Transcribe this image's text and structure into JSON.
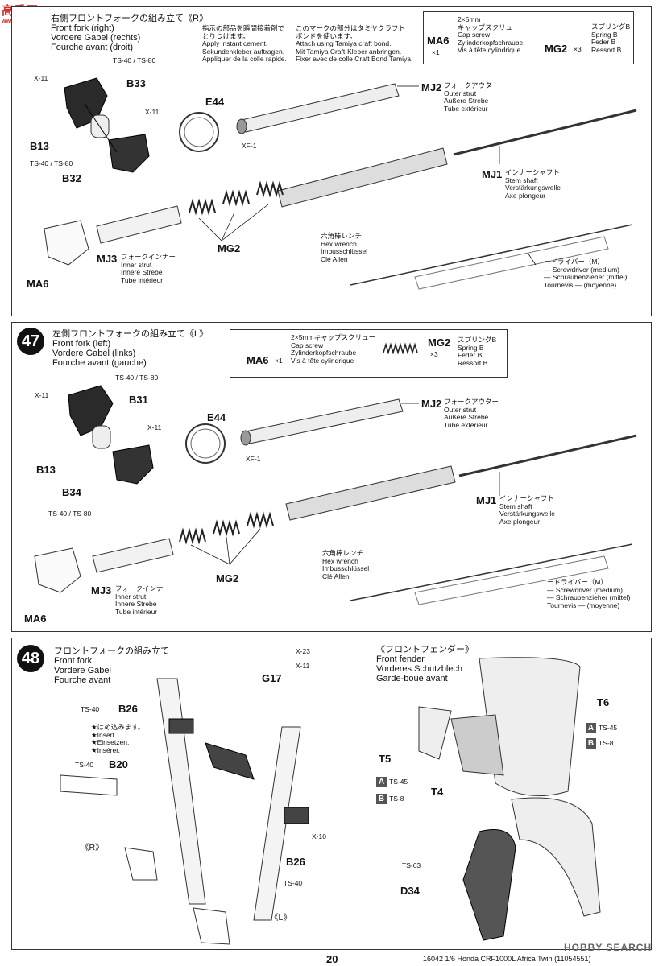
{
  "watermark_top": {
    "site": "高手网",
    "url": "www.gaoshou.com"
  },
  "watermark_bottom": "HOBBY SEARCH",
  "step46": {
    "title_ja": "右側フロントフォークの組み立て《R》",
    "title_en": "Front fork (right)",
    "title_de": "Vordere Gabel (rechts)",
    "title_fr": "Fourche avant (droit)",
    "cement_note": [
      "指示の部品を瞬間接着剤で",
      "とりつけます。",
      "Apply instant cement.",
      "Sekundenkleber auftragen.",
      "Appliquer de la colle rapide."
    ],
    "bond_note": [
      "このマークの部分はタミヤクラフト",
      "ボンドを使います。",
      "Attach using Tamiya craft bond.",
      "Mit Tamiya Craft-Kleber anbringen.",
      "Fixer avec de colle Craft Bond Tamiya."
    ],
    "parts_box": {
      "ma6_label": "MA6",
      "ma6_qty": "×1",
      "ma6_desc": [
        "2×5mm",
        "キャップスクリュー",
        "Cap screw",
        "Zylinderkopfschraube",
        "Vis à tête cylindrique"
      ],
      "mg2_label": "MG2",
      "mg2_qty": "×3",
      "mg2_desc": [
        "スプリングB",
        "Spring B",
        "Feder B",
        "Ressort B"
      ]
    },
    "paint_ts40_80": "TS-40 / TS-80",
    "x11": "X-11",
    "b33": "B33",
    "b13": "B13",
    "b32": "B32",
    "e44": "E44",
    "xf1": "XF-1",
    "mj2": "MJ2",
    "mj2_desc": [
      "フォークアウター",
      "Outer strut",
      "Außere Strebe",
      "Tube extérieur"
    ],
    "mj1": "MJ1",
    "mj1_desc": [
      "インナーシャフト",
      "Stem shaft",
      "Verstärkungswelle",
      "Axe plongeur"
    ],
    "mj3": "MJ3",
    "mj3_desc": [
      "フォークインナー",
      "Inner strut",
      "Innere Strebe",
      "Tube intérieur"
    ],
    "mg2": "MG2",
    "ma6": "MA6",
    "hex_desc": [
      "六角棒レンチ",
      "Hex wrench",
      "Imbusschlüssel",
      "Clé Allen"
    ],
    "driver_desc": [
      "ードライバー（M）",
      "— Screwdriver (medium)",
      "— Schraubenzieher (mittel)",
      "Tournevis — (moyenne)"
    ]
  },
  "step47": {
    "number": "47",
    "title_ja": "左側フロントフォークの組み立て《L》",
    "title_en": "Front fork (left)",
    "title_de": "Vordere Gabel (links)",
    "title_fr": "Fourche avant (gauche)",
    "parts_box": {
      "ma6_label": "MA6",
      "ma6_qty": "×1",
      "ma6_desc": [
        "2×5mmキャップスクリュー",
        "Cap screw",
        "Zylinderkopfschraube",
        "Vis à tête cylindrique"
      ],
      "mg2_label": "MG2",
      "mg2_qty": "×3",
      "mg2_desc": [
        "スプリングB",
        "Spring B",
        "Feder B",
        "Ressort B"
      ]
    },
    "paint_ts40_80": "TS-40 / TS-80",
    "x11": "X-11",
    "b31": "B31",
    "b13": "B13",
    "b34": "B34",
    "e44": "E44",
    "xf1": "XF-1",
    "mj2": "MJ2",
    "mj2_desc": [
      "フォークアウター",
      "Outer strut",
      "Außere Strebe",
      "Tube extérieur"
    ],
    "mj1": "MJ1",
    "mj1_desc": [
      "インナーシャフト",
      "Stem shaft",
      "Verstärkungswelle",
      "Axe plongeur"
    ],
    "mj3": "MJ3",
    "mj3_desc": [
      "フォークインナー",
      "Inner strut",
      "Innere Strebe",
      "Tube intérieur"
    ],
    "mg2": "MG2",
    "ma6": "MA6",
    "hex_desc": [
      "六角棒レンチ",
      "Hex wrench",
      "Imbusschlüssel",
      "Clé Allen"
    ],
    "driver_desc": [
      "ードライバー（M）",
      "— Screwdriver (medium)",
      "— Schraubenzieher (mittel)",
      "Tournevis — (moyenne)"
    ]
  },
  "step48": {
    "number": "48",
    "title_ja": "フロントフォークの組み立て",
    "title_en": "Front fork",
    "title_de": "Vordere Gabel",
    "title_fr": "Fourche avant",
    "x23": "X-23",
    "x11": "X-11",
    "g17": "G17",
    "ts40": "TS-40",
    "b26": "B26",
    "b20": "B20",
    "insert_note": [
      "★はめ込みます。",
      "★Insert.",
      "★Einsetzen.",
      "★Insérer."
    ],
    "x10": "X-10",
    "r_mark": "《R》",
    "l_mark": "《L》",
    "fender_title": [
      "《フロントフェンダー》",
      "Front fender",
      "Vorderes Schutzblech",
      "Garde-boue avant"
    ],
    "t6": "T6",
    "t5": "T5",
    "t4": "T4",
    "a_ts45": "TS-45",
    "b_ts8": "TS-8",
    "ts63": "TS-63",
    "d34": "D34"
  },
  "footer": {
    "page": "20",
    "code": "16042  1/6 Honda CRF1000L Africa Twin (11054551)"
  }
}
